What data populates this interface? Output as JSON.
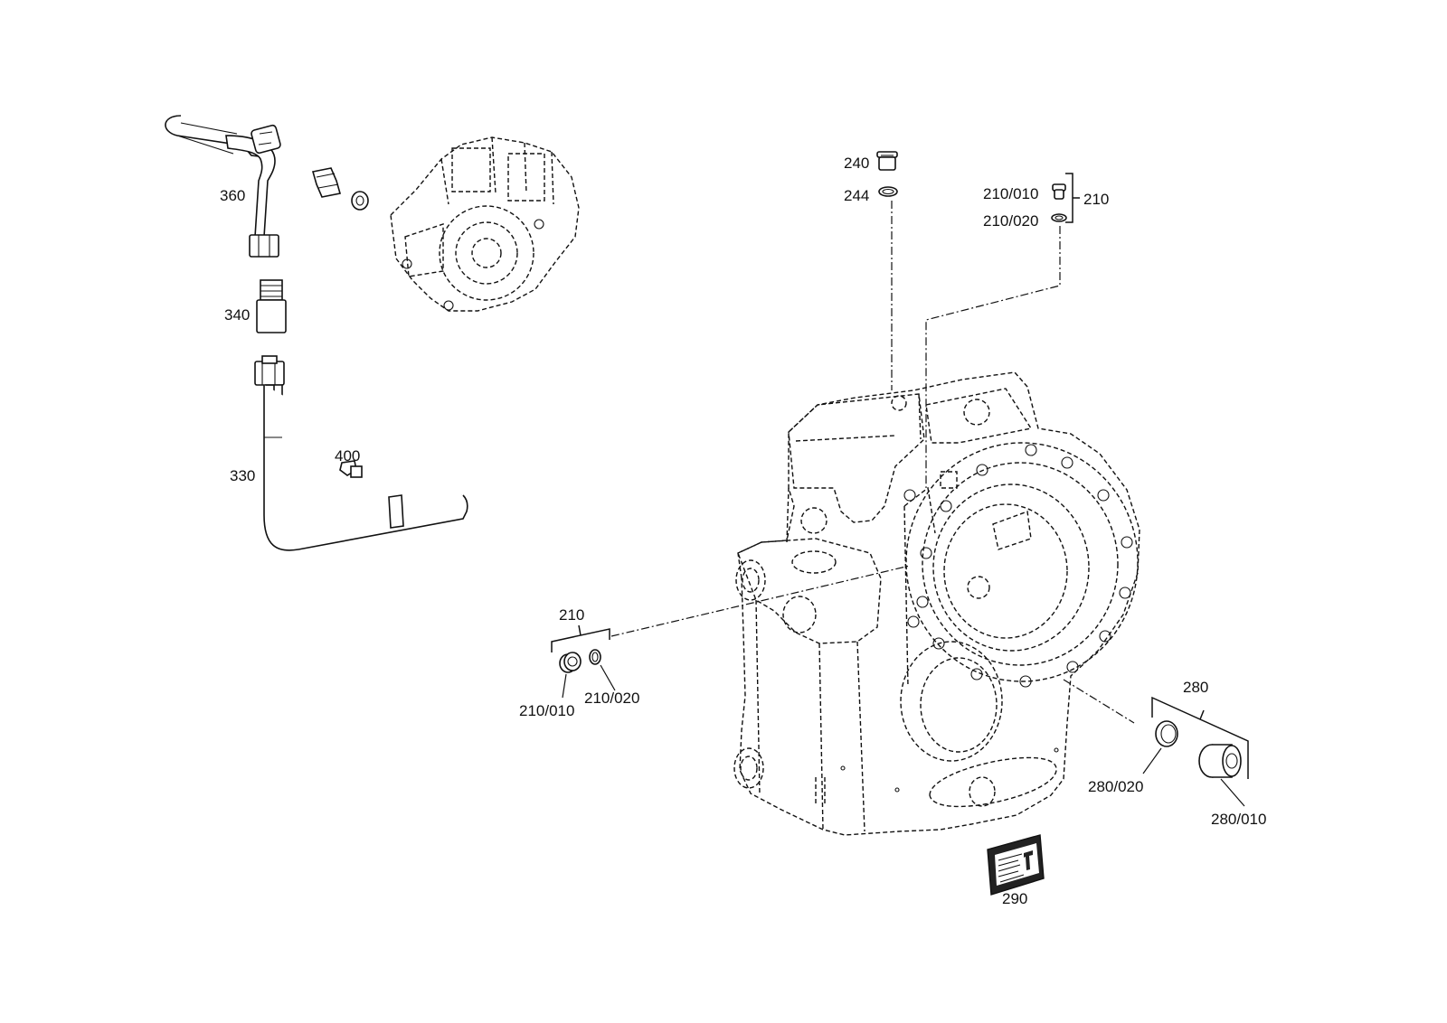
{
  "diagram": {
    "labels": {
      "l360": "360",
      "l340": "340",
      "l330": "330",
      "l400": "400",
      "l240": "240",
      "l244": "244",
      "l210_010_top": "210/010",
      "l210_020_top": "210/020",
      "l210_top": "210",
      "l210_left": "210",
      "l210_010_left": "210/010",
      "l210_020_left": "210/020",
      "l280": "280",
      "l280_020": "280/020",
      "l280_010": "280/010",
      "l290": "290"
    }
  }
}
